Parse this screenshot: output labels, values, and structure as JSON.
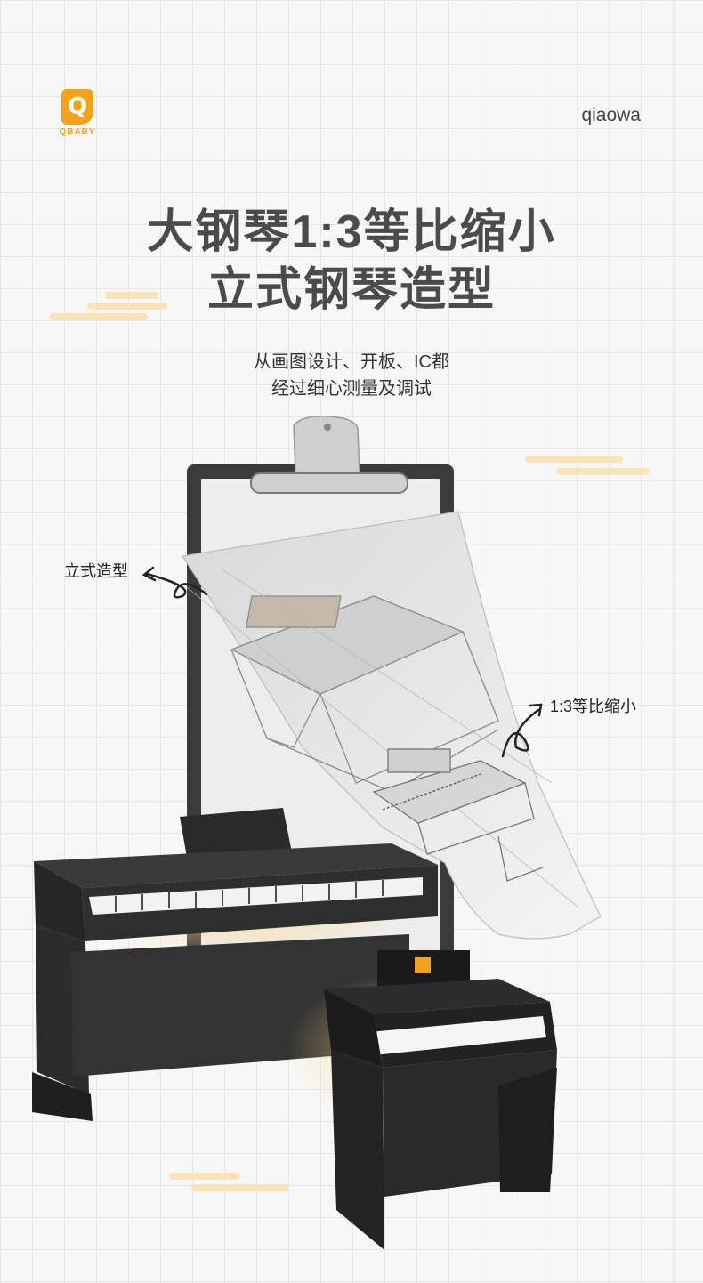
{
  "brand": {
    "logo_letter": "Q",
    "logo_text": "QBABY",
    "name": "qiaowa"
  },
  "headline": {
    "line1": "大钢琴1:3等比缩小",
    "line2": "立式钢琴造型"
  },
  "subtitle": {
    "line1": "从画图设计、开板、IC都",
    "line2": "经过细心测量及调试"
  },
  "annotations": {
    "left": "立式造型",
    "right": "1:3等比缩小"
  },
  "colors": {
    "accent": "#f2a31b",
    "stripe": "#fbe3b8",
    "title": "#4b4b4b"
  }
}
